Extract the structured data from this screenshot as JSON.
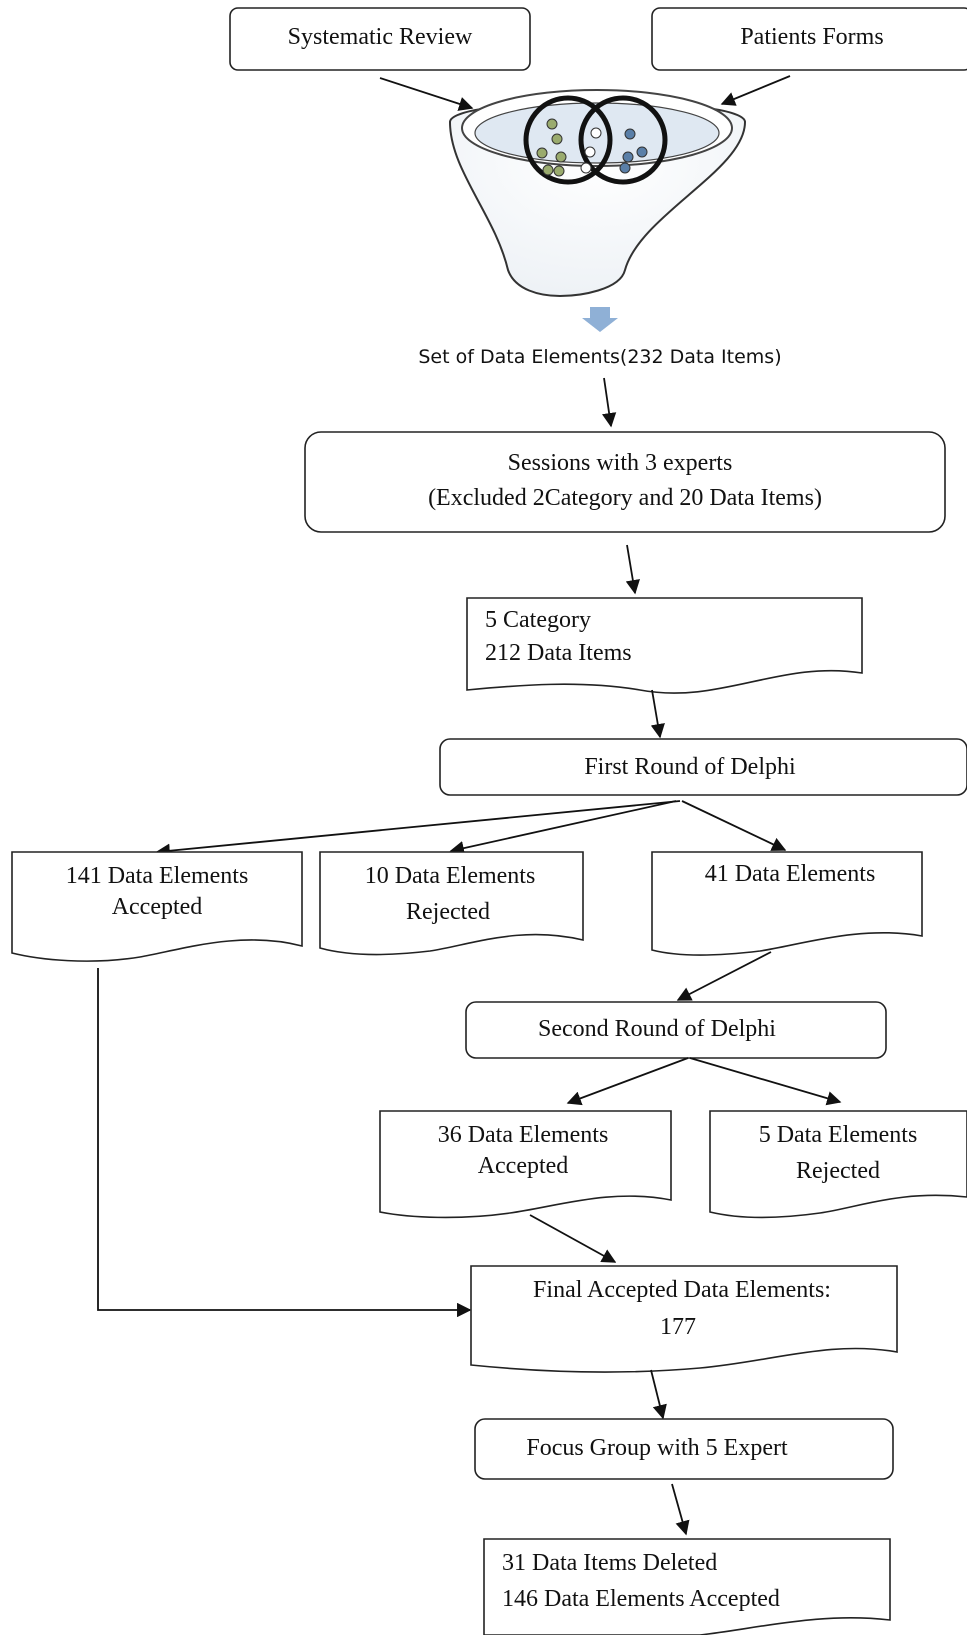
{
  "sources": {
    "systematic_review": "Systematic Review",
    "patients_forms": "Patients Forms"
  },
  "funnel": {
    "output_label": "Set of Data Elements(232 Data Items)"
  },
  "sessions": {
    "line1": "Sessions with 3 experts",
    "line2": "(Excluded 2Category and 20 Data Items)"
  },
  "category_doc": {
    "line1": "5 Category",
    "line2": "212 Data Items"
  },
  "first_round": "First Round of Delphi",
  "first_results": {
    "accepted": {
      "line1": "141 Data Elements",
      "line2": "Accepted"
    },
    "rejected": {
      "line1": "10 Data Elements",
      "line2": "Rejected"
    },
    "pending": "41 Data Elements"
  },
  "second_round": "Second Round of Delphi",
  "second_results": {
    "accepted": {
      "line1": "36 Data Elements",
      "line2": "Accepted"
    },
    "rejected": {
      "line1": "5 Data Elements",
      "line2": "Rejected"
    }
  },
  "final_accepted": {
    "line1": "Final Accepted Data Elements:",
    "line2": "177"
  },
  "focus_group": "Focus Group with 5 Expert",
  "final_result": {
    "line1": "31 Data Items Deleted",
    "line2": "146 Data Elements Accepted"
  },
  "colors": {
    "green_dots": "#9aab6e",
    "blue_dots": "#5a7fa8",
    "funnel_top": "#dfe8f2",
    "down_arrow": "#8fb0d6"
  }
}
